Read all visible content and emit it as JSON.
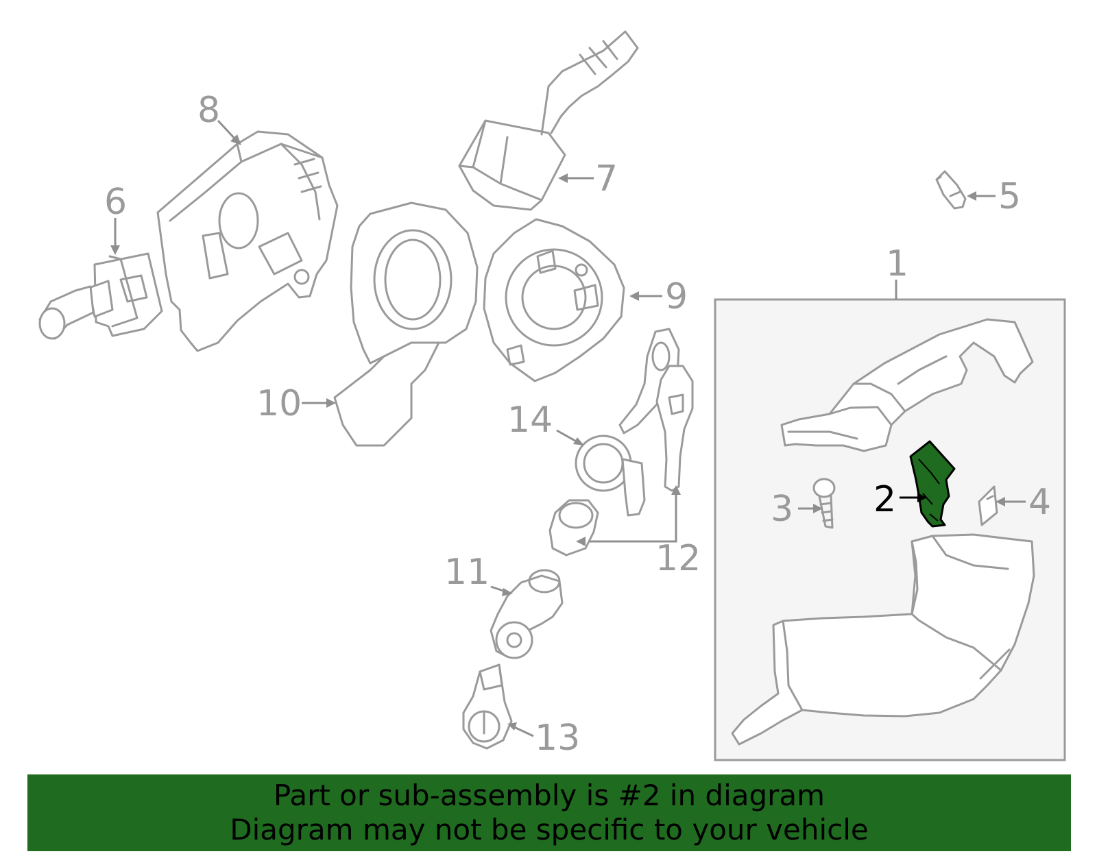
{
  "diagram": {
    "callouts": [
      {
        "id": "1",
        "label": "1"
      },
      {
        "id": "2",
        "label": "2",
        "highlighted": true
      },
      {
        "id": "3",
        "label": "3"
      },
      {
        "id": "4",
        "label": "4"
      },
      {
        "id": "5",
        "label": "5"
      },
      {
        "id": "6",
        "label": "6"
      },
      {
        "id": "7",
        "label": "7"
      },
      {
        "id": "8",
        "label": "8"
      },
      {
        "id": "9",
        "label": "9"
      },
      {
        "id": "10",
        "label": "10"
      },
      {
        "id": "11",
        "label": "11"
      },
      {
        "id": "12",
        "label": "12"
      },
      {
        "id": "13",
        "label": "13"
      },
      {
        "id": "14",
        "label": "14"
      }
    ],
    "colors": {
      "line": "#9a9a9a",
      "highlight": "#1f6b1f",
      "highlight_label": "#000000",
      "box_fill": "#f5f5f5",
      "box_stroke": "#9a9a9a"
    }
  },
  "banner": {
    "line1": "Part or sub-assembly is #2 in diagram",
    "line2": "Diagram may not be specific to your vehicle",
    "background": "#1f6b1f",
    "text_color": "#000000"
  }
}
